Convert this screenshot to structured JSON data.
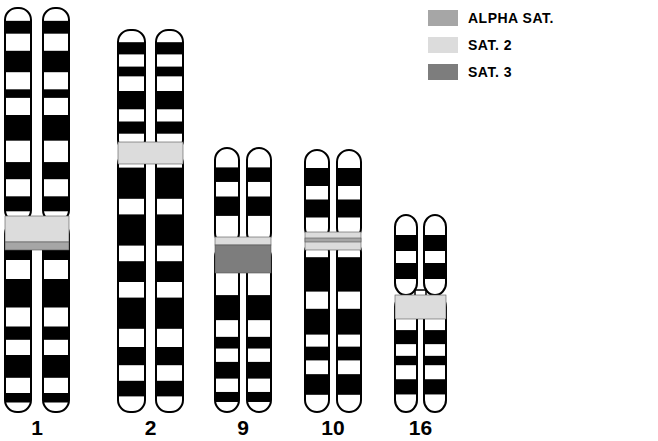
{
  "diagram": {
    "labels": [
      "1",
      "2",
      "9",
      "10",
      "16"
    ],
    "legend": [
      {
        "text": "ALPHA SAT.",
        "color": "#a6a6a6"
      },
      {
        "text": "SAT. 2",
        "color": "#dcdcdc"
      },
      {
        "text": "SAT. 3",
        "color": "#7d7d7d"
      }
    ]
  }
}
